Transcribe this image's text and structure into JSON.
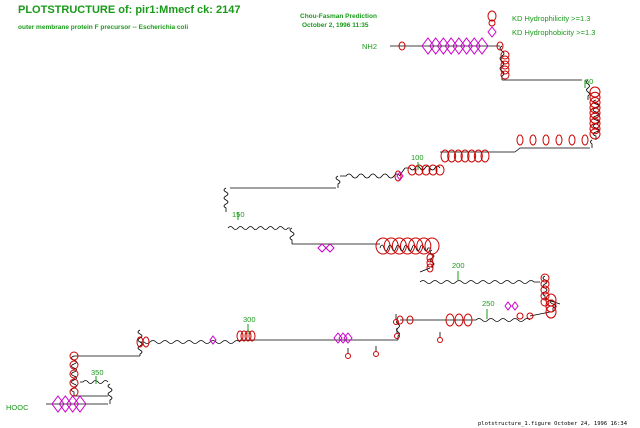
{
  "header": {
    "title": "PLOTSTRUCTURE of: pir1:Mmecf ck: 2147",
    "subtitle": "outer membrane protein F precursor -- Escherichia coli",
    "method": "Chou-Fasman Prediction",
    "date": "October 2, 1996 11:35"
  },
  "legend": {
    "hydrophilicity_label": "KD Hydrophilicity >=1.3",
    "hydrophobicity_label": "KD Hydrophobicity >=1.3"
  },
  "terminal_labels": {
    "n": "NH2",
    "c": "HOOC"
  },
  "residue_markers": [
    {
      "label": "50"
    },
    {
      "label": "100"
    },
    {
      "label": "150"
    },
    {
      "label": "200"
    },
    {
      "label": "250"
    },
    {
      "label": "300"
    },
    {
      "label": "350"
    }
  ],
  "footer": "plotstructure_1.figure  October 24, 1996 16:34",
  "colors": {
    "title": "#1a9a1a",
    "hydrophilic": "#cc0000",
    "hydrophobic": "#cc00cc",
    "backbone": "#000000"
  }
}
